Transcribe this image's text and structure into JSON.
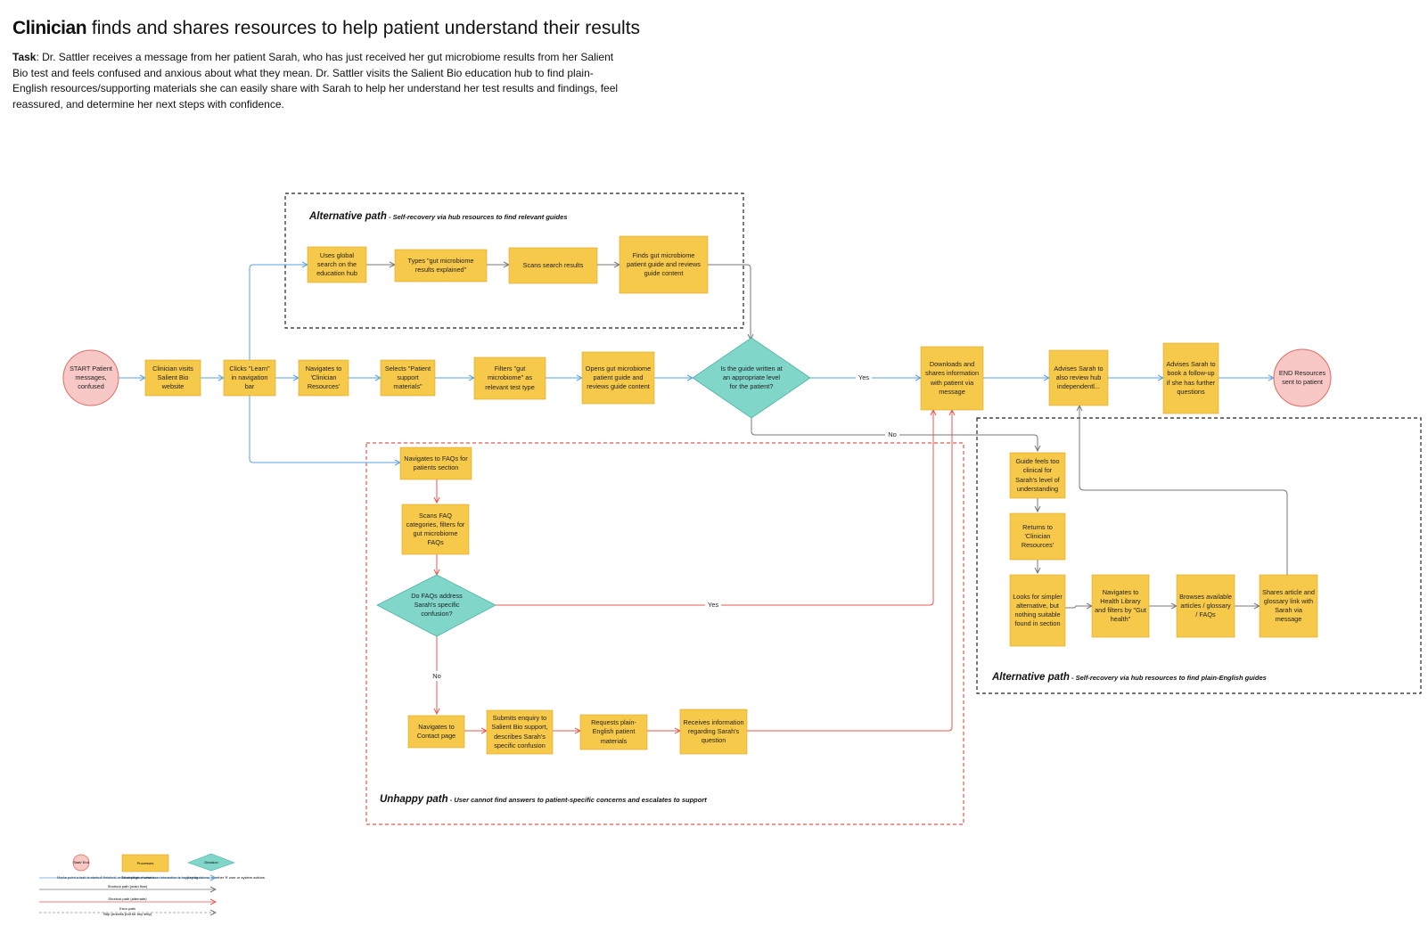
{
  "header": {
    "title_bold": "Clinician",
    "title_rest": " finds and shares resources to help patient understand their results",
    "task_label": "Task",
    "task_text": ": Dr. Sattler receives a message from her patient Sarah, who has just received her gut microbiome results from her Salient Bio test and feels confused and anxious about what they mean. Dr. Sattler visits the Salient Bio education hub to find plain-English resources/supporting materials she can easily share with Sarah to help her understand her test results and findings, feel reassured, and determine her next steps with confidence."
  },
  "colors": {
    "process": "#f7c94b",
    "process_border": "#d9a91f",
    "decision": "#7fd6c9",
    "terminal": "#f7c8c6",
    "terminal_border": "#e06a62",
    "happy_line": "#5aa3e0",
    "unhappy_line": "#e4574c",
    "alt_line": "#8a8a8a"
  },
  "groups": {
    "alt_top": {
      "title": "Alternative path",
      "subtitle": " - Self-recovery via hub resources to find relevant guides"
    },
    "unhappy": {
      "title": "Unhappy path",
      "subtitle": " - User cannot find answers to patient-specific concerns and escalates to support"
    },
    "alt_right": {
      "title": "Alternative path",
      "subtitle": " - Self-recovery via hub resources to find plain-English guides"
    }
  },
  "nodes": {
    "start": "START Patient messages, confused",
    "visit": "Clinician visits Salient Bio website",
    "learn": "Clicks \"Learn\" in navigation bar",
    "clinres": "Navigates to 'Clinician Resources'",
    "support": "Selects \"Patient support materials\"",
    "filter": "Filters \"gut microbiome\" as relevant test type",
    "open": "Opens gut microbiome patient guide and reviews guide content",
    "decision1": "Is the guide written at an appropriate level for the patient?",
    "download": "Downloads and shares information with patient via message",
    "advise_review": "Advises Sarah to also review hub independentl...",
    "advise_book": "Advises Sarah to book a follow-up if she has further questions",
    "end": "END Resources sent to patient",
    "search": "Uses global search on the education hub",
    "types": "Types \"gut microbiome results explained\"",
    "scans": "Scans search results",
    "finds": "Finds gut microbiome patient guide and reviews guide content",
    "faqnav": "Navigates to FAQs for patients section",
    "faqscan": "Scans FAQ categories, filters for gut microbiome FAQs",
    "decision2": "Do FAQs address Sarah's specific confusion?",
    "contact": "Navigates to Contact page",
    "enquiry": "Submits enquiry to Salient Bio support, describes Sarah's specific confusion",
    "requests": "Requests plain-English patient materials",
    "receives": "Receives information regarding Sarah's question",
    "tooclinical": "Guide feels too clinical for Sarah's level of understanding",
    "returns": "Returns to 'Clinician Resources'",
    "looks": "Looks for simpler alternative, but nothing suitable found in section",
    "healthlib": "Navigates to Health Library and filters by \"Gut health\"",
    "browses": "Browses available articles / glossary / FAQs",
    "shares": "Shares article and glossary link with Sarah via message"
  },
  "edge_labels": {
    "yes1": "Yes",
    "no1": "No",
    "yes2": "Yes",
    "no2": "No"
  },
  "legend": {
    "terminal": "Start/ End",
    "process": "Processes",
    "decision": "Decision",
    "terminal_desc": "Marks point a task is started/ finished, or hit strategic moment",
    "process_desc": "Description of what user interaction is happening",
    "decision_desc": "Key decisions, whether 'if' user or system actions",
    "line_happy": "Shortcut path (main flow)",
    "line_alt": "Shortcut path (alternate)",
    "line_unhappy": "Error path",
    "line_dashed": "Skip process (not for any step)"
  }
}
